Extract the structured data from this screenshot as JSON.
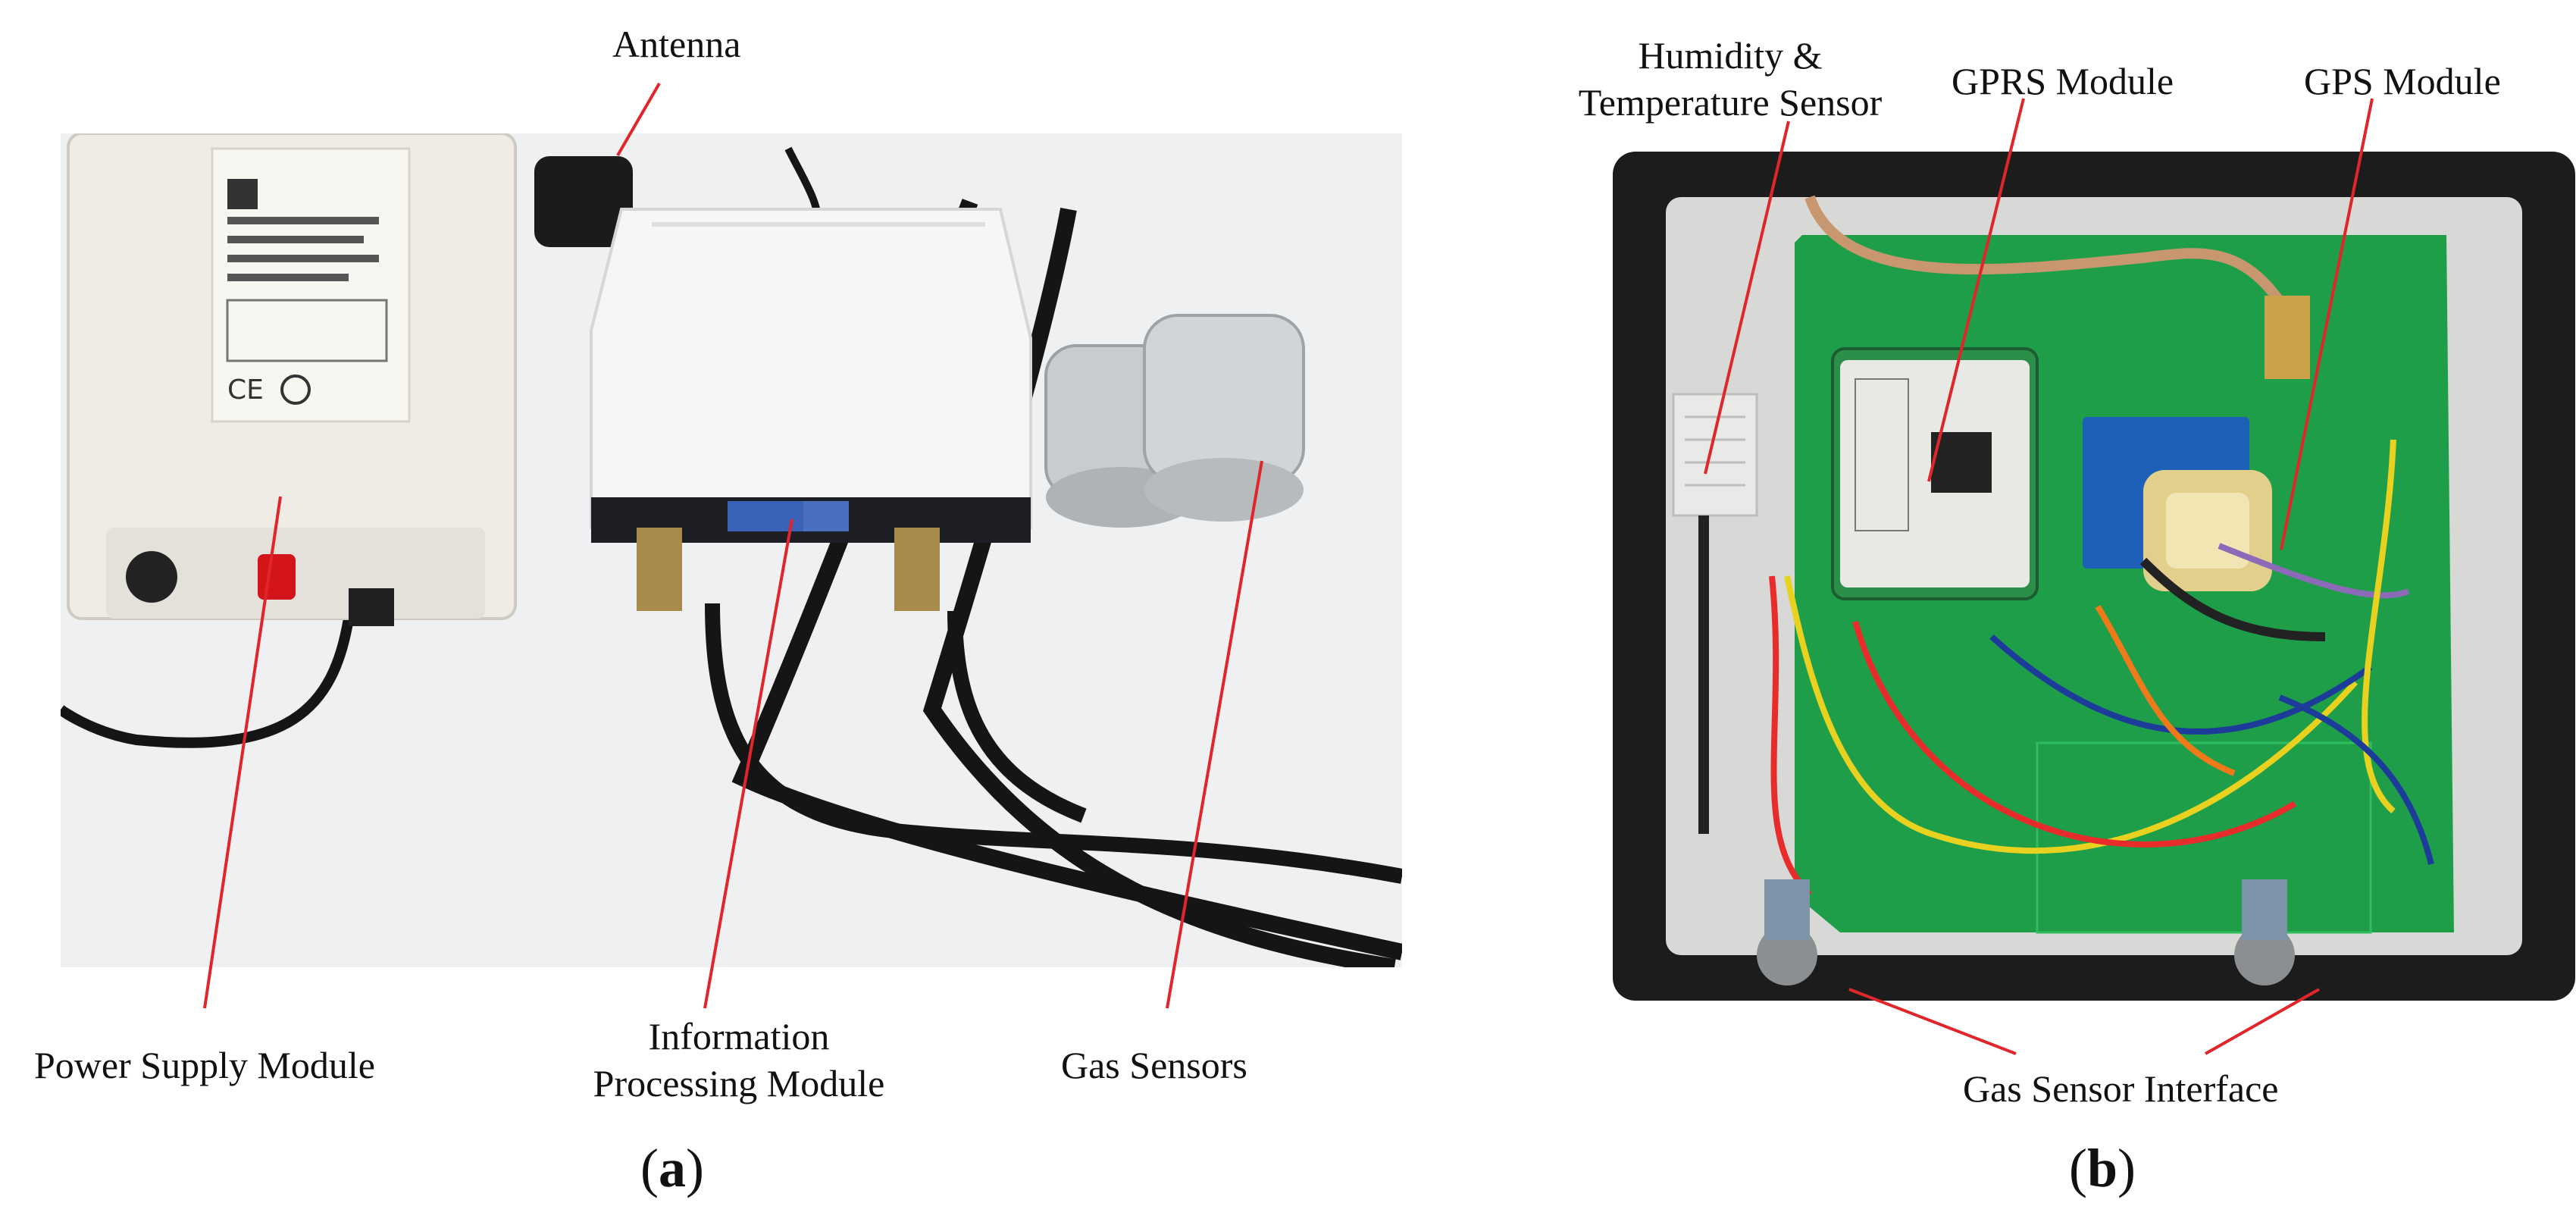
{
  "panel_a": {
    "labels": {
      "antenna": "Antenna",
      "power_supply": "Power Supply Module",
      "info_line1": "Information",
      "info_line2": "Processing Module",
      "gas_sensors": "Gas Sensors"
    },
    "caption_letter": "a"
  },
  "panel_b": {
    "labels": {
      "humidity_line1": "Humidity &",
      "humidity_line2": "Temperature Sensor",
      "gprs": "GPRS Module",
      "gps": "GPS Module",
      "gas_interface": "Gas Sensor Interface"
    },
    "caption_letter": "b"
  },
  "colors": {
    "leader_line": "#e0262b",
    "pcb_green": "#1f9e4a",
    "enclosure_black": "#1c1c1c",
    "device_white": "#f4f4f2",
    "sensor_silver": "#c9ccce"
  }
}
